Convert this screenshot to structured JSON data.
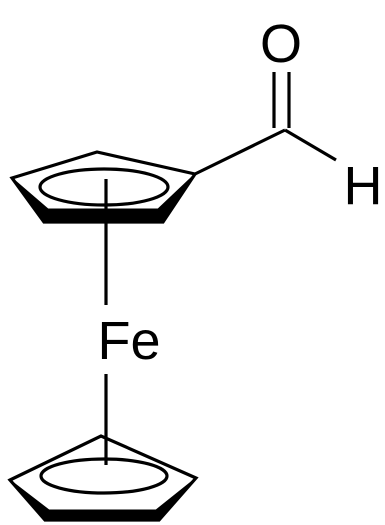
{
  "atoms": {
    "oxygen": "O",
    "hydrogen": "H",
    "iron": "Fe"
  },
  "colors": {
    "ink": "#000000",
    "background": "#ffffff"
  }
}
